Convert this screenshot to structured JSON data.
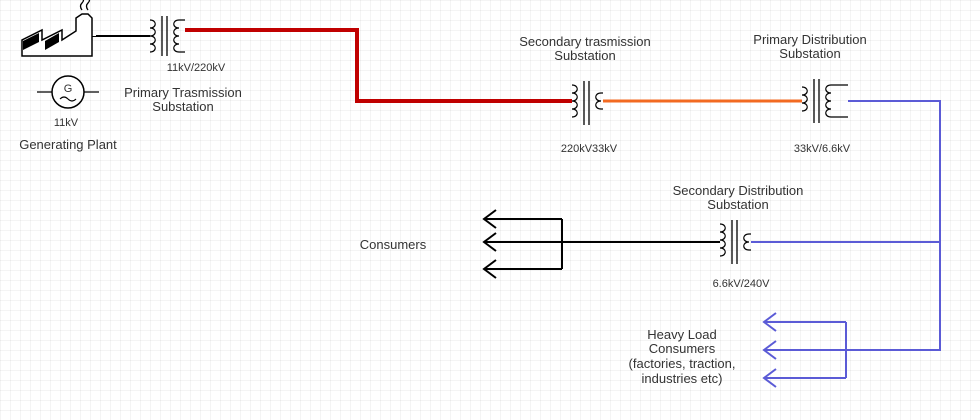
{
  "generating_plant": {
    "label": "Generating Plant",
    "voltage": "11kV",
    "generator_symbol": "G"
  },
  "primary_transmission": {
    "title_line1": "Primary Trasmission",
    "title_line2": "Substation",
    "rating": "11kV/220kV"
  },
  "secondary_transmission": {
    "title_line1": "Secondary  trasmission",
    "title_line2": "Substation",
    "rating": "220kV33kV"
  },
  "primary_distribution": {
    "title_line1": "Primary Distribution",
    "title_line2": "Substation",
    "rating": "33kV/6.6kV"
  },
  "secondary_distribution": {
    "title_line1": "Secondary  Distribution",
    "title_line2": "Substation",
    "rating": "6.6kV/240V"
  },
  "consumers": {
    "label": "Consumers"
  },
  "heavy_load": {
    "line1": "Heavy Load",
    "line2": "Consumers",
    "line3": "(factories, traction,",
    "line4": "industries etc)"
  },
  "colors": {
    "transmission_220kv": "#c00000",
    "subtransmission_33kv": "#f26a21",
    "distribution_6_6kv": "#5b5bd6",
    "low_voltage": "#000000"
  }
}
